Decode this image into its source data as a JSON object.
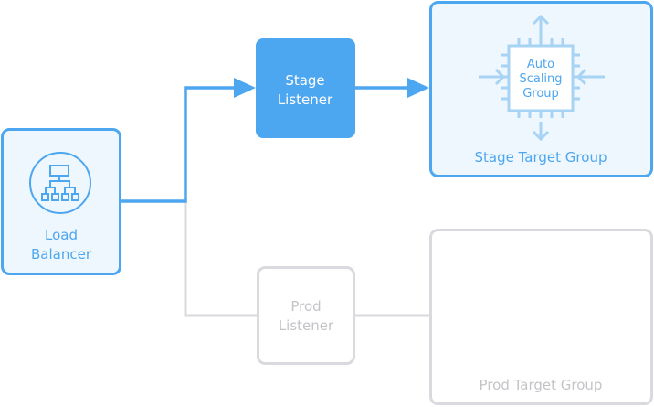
{
  "load_balancer": {
    "label_line1": "Load",
    "label_line2": "Balancer",
    "icon": "network-hierarchy-icon"
  },
  "stage_listener": {
    "label_line1": "Stage",
    "label_line2": "Listener"
  },
  "stage_target_group": {
    "label": "Stage Target Group",
    "asg_line1": "Auto",
    "asg_line2": "Scaling",
    "asg_line3": "Group",
    "icon": "chip-icon"
  },
  "prod_listener": {
    "label_line1": "Prod",
    "label_line2": "Listener"
  },
  "prod_target_group": {
    "label": "Prod Target Group"
  },
  "colors": {
    "active": "#4da6f0",
    "active_bg": "#eef6fe",
    "light": "#a7d3f5",
    "inactive": "#d9d9de",
    "inactive_text": "#c4c4c8"
  }
}
